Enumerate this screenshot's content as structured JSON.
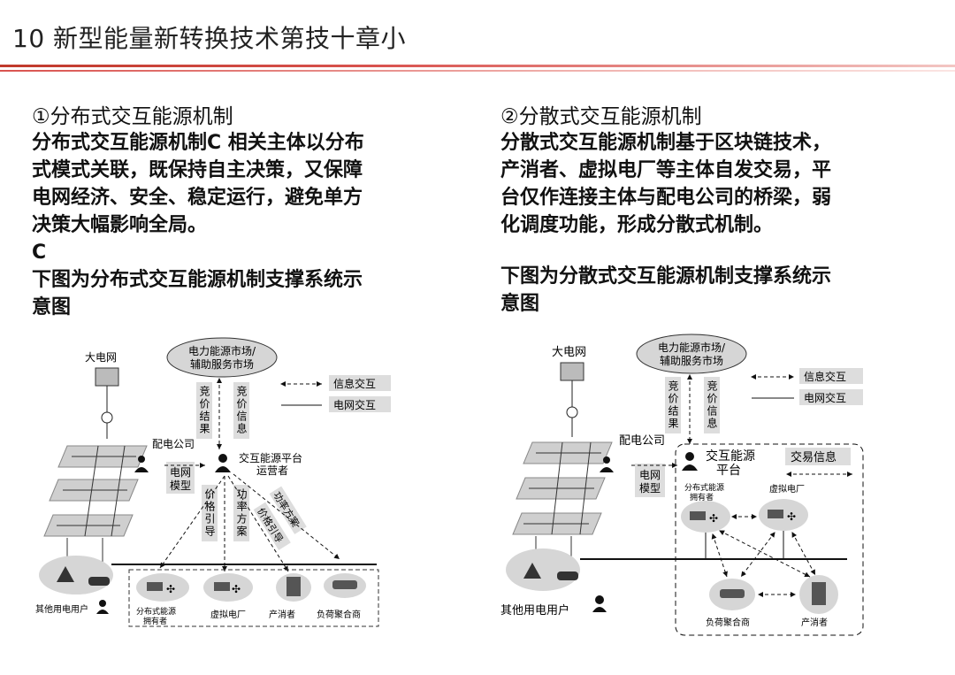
{
  "slide": {
    "title": "10 新型能量新转换技术第技十章小"
  },
  "left": {
    "heading": "①分布式交互能源机制",
    "paragraph": [
      "分布式交互能源机制C 相关主体以分布",
      "式模式关联，既保持自主决策，又保障",
      "电网经济、安全、稳定运行，避免单方",
      "决策大幅影响全局。",
      "C"
    ],
    "caption": [
      "下图为分布式交互能源机制支撑系统示",
      "意图"
    ],
    "diagram": {
      "grid_label": "大电网",
      "market_label": [
        "电力能源市场/",
        "辅助服务市场"
      ],
      "bid_result": "竞价结果",
      "bid_info": "竞价信息",
      "legend_info": "信息交互",
      "legend_grid": "电网交互",
      "dist_company": "配电公司",
      "grid_model": [
        "电网",
        "模型"
      ],
      "platform": [
        "交互能源平台",
        "运营者"
      ],
      "price_guide": "价格引导",
      "power_plan": "功率方案",
      "quote_plan": "功率方案",
      "quote_info": "价格引导",
      "other_users": "其他用电用户",
      "owner": [
        "分布式能源",
        "拥有者"
      ],
      "vpp": "虚拟电厂",
      "prosumer": "产消者",
      "aggregator": "负荷聚合商"
    }
  },
  "right": {
    "heading": "②分散式交互能源机制",
    "paragraph": [
      "分散式交互能源机制基于区块链技术，",
      "产消者、虚拟电厂等主体自发交易，平",
      "台仅作连接主体与配电公司的桥梁，弱",
      "化调度功能，形成分散式机制。"
    ],
    "caption": [
      "下图为分散式交互能源机制支撑系统示",
      "意图"
    ],
    "diagram": {
      "grid_label": "大电网",
      "market_label": [
        "电力能源市场/",
        "辅助服务市场"
      ],
      "bid_result": "竞价结果",
      "bid_info": "竞价信息",
      "legend_info": "信息交互",
      "legend_grid": "电网交互",
      "dist_company": "配电公司",
      "grid_model": [
        "电网",
        "模型"
      ],
      "platform": [
        "交互能源",
        "平台"
      ],
      "trade_info": "交易信息",
      "owner": [
        "分布式能源",
        "拥有者"
      ],
      "vpp": "虚拟电厂",
      "other_users": "其他用电用户",
      "aggregator": "负荷聚合商",
      "prosumer": "产消者"
    }
  }
}
